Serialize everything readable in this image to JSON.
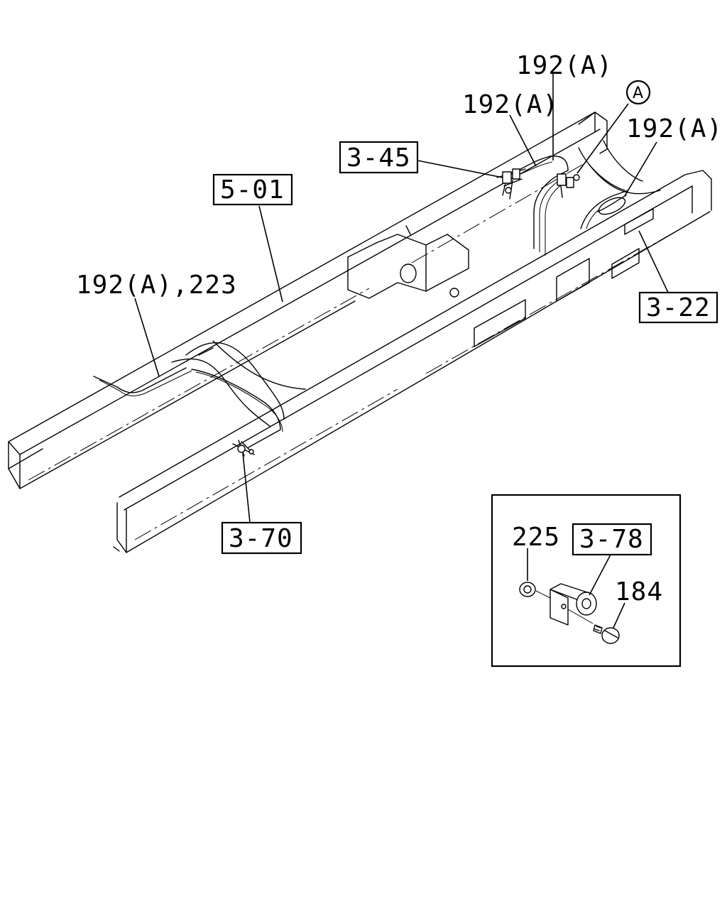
{
  "callouts": {
    "ref_192a_top": "192(A)",
    "ref_192a_mid": "192(A)",
    "ref_192a_right": "192(A)",
    "ref_192a_223": "192(A),223",
    "ref_circle_a": "A",
    "box_3_45": "3-45",
    "box_5_01": "5-01",
    "box_3_22": "3-22",
    "box_3_70": "3-70"
  },
  "detail": {
    "ref_225": "225",
    "box_3_78": "3-78",
    "ref_184": "184"
  }
}
